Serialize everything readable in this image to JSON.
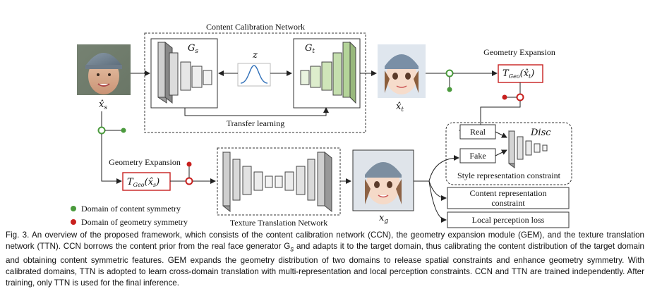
{
  "figure": {
    "ccn_title": "Content Calibration Network",
    "gs_label": "G",
    "gs_sub": "s",
    "gt_label": "G",
    "gt_sub": "t",
    "z_label": "z",
    "transfer_label": "Transfer learning",
    "xs_label": "x̂",
    "xs_sub": "s",
    "xt_label": "x̂",
    "xt_sub": "t",
    "xg_label": "x",
    "xg_sub": "g",
    "geo_top_title": "Geometry Expansion",
    "geo_top_box": "T",
    "geo_top_sub": "Geo",
    "geo_top_arg": "(x̂",
    "geo_top_arg_sub": "t",
    "geo_top_close": ")",
    "geo_left_title": "Geometry Expansion",
    "geo_left_box": "T",
    "geo_left_sub": "Geo",
    "geo_left_arg": "(x̂",
    "geo_left_arg_sub": "s",
    "geo_left_close": ")",
    "ttn_title": "Texture Translation Network",
    "real_label": "Real",
    "fake_label": "Fake",
    "disc_label": "Disc",
    "style_label": "Style representation constraint",
    "content_label_1": "Content representation",
    "content_label_2": "constraint",
    "local_label": "Local perception loss",
    "legend_content": "Domain of content symmetry",
    "legend_geometry": "Domain of geometry symmetry",
    "colors": {
      "green": "#4a9a3c",
      "red": "#c8201e",
      "dark": "#222222"
    }
  },
  "caption": {
    "prefix": "Fig. 3.",
    "text": "An overview of the proposed framework, which consists of the content calibration network (CCN), the geometry expansion module (GEM), and the texture translation network (TTN). CCN borrows the content prior from the real face generator G",
    "gs_sub": "s",
    "text2": " and adapts it to the target domain, thus calibrating the content distribution of the target domain and obtaining content symmetric features. GEM expands the geometry distribution of two domains to release spatial constraints and enhance geometry symmetry. With calibrated domains, TTN is adopted to learn cross-domain translation with multi-representation and local perception constraints. CCN and TTN are trained independently. After training, only TTN is used for the final inference."
  }
}
